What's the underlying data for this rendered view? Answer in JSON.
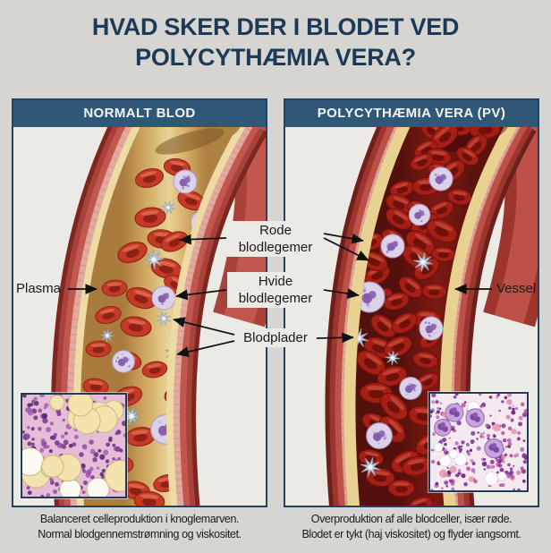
{
  "title": {
    "line1": "HVAD SKER DER I BLODET VED",
    "line2": "POLYCYTHÆMIA VERA?"
  },
  "panels": {
    "left": {
      "header": "NORMALT BLOD",
      "caption_line1": "Balanceret celleproduktion i knoglemarven.",
      "caption_line2": "Normal blodgennemstrømning og viskositet."
    },
    "right": {
      "header": "POLYCYTHÆMIA VERA (PV)",
      "caption_line1": "Overproduktion af alle blodceller, især røde.",
      "caption_line2": "Blodet er tykt (haj viskositet) og flyder iangsomt."
    }
  },
  "labels": {
    "rode": {
      "line1": "Rode",
      "line2": "blodlegemer"
    },
    "hvide": {
      "line1": "Hvide",
      "line2": "blodlegemer"
    },
    "blodplader": "Blodplader",
    "plasma": "Plasma",
    "vessel": "Vessel"
  },
  "colors": {
    "page_bg": "#d6d5d1",
    "panel_bg": "#ebeae5",
    "header_bg": "#2f5876",
    "panel_border": "#24415e",
    "title": "#1c3a58",
    "text": "#1a1a1a",
    "arrow": "#111111",
    "plasma_gold": "#e9d395",
    "normal_rbc_red": "#c43a26",
    "pv_blood_dark": "#7c1913",
    "white_cell_lavender": "#dbd2e8",
    "platelet_gray": "#ccd8e2",
    "vessel_wall_red": "#c2574d",
    "vessel_wall_pink": "#e3aa9f",
    "vessel_lining_yellow": "#eedaa4",
    "marrow_fat_cream": "#f3e3ae",
    "marrow_stain_purple": "#8d4aa6"
  }
}
